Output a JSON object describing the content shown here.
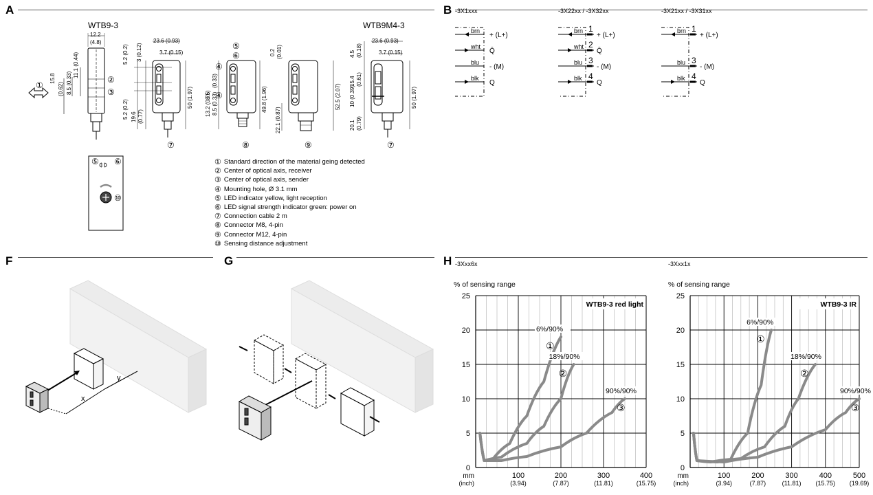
{
  "sections": {
    "A": "A",
    "B": "B",
    "F": "F",
    "G": "G",
    "H": "H"
  },
  "sectionA": {
    "title_left": "WTB9-3",
    "title_right": "WTB9M4-3",
    "dims": {
      "w12_2": "12.2",
      "w4_8": "(4.8)",
      "d23_6a": "23.6",
      "d0_93a": "(0.93)",
      "d3_7a": "3.7",
      "d0_15a": "(0.15)",
      "d23_6b": "23.6",
      "d0_93b": "(0.93)",
      "d3_7b": "3.7",
      "d0_15b": "(0.15)",
      "h15_8": "15.8",
      "h0_62": "(0.62)",
      "h8_5": "8.5",
      "h0_33a": "(0.33)",
      "h11_1": "11.1",
      "h0_44": "(0.44)",
      "v5_2a": "5.2",
      "v0_2a": "(0.2)",
      "v3": "3",
      "v0_12": "(0.12)",
      "v5_2b": "5.2",
      "v0_2b": "(0.2)",
      "v19_6": "19.6",
      "v0_77": "(0.77)",
      "v50a": "50",
      "v1_97a": "(1.97)",
      "v8_5b": "8.5",
      "v0_33b": "(0.33)",
      "v8_5c": "8.5",
      "v0_33c": "(0.33)",
      "v13_2": "13.2",
      "v0_76": "(0.76)",
      "v49_8": "49.8",
      "v1_96": "(1.96)",
      "v0_2": "0.2",
      "v0_01": "(0.01)",
      "v52_5": "52.5",
      "v2_07": "(2.07)",
      "v22_1": "22.1",
      "v0_87": "(0.87)",
      "v4_5": "4.5",
      "v0_18": "(0.18)",
      "v15_4": "15.4",
      "v0_61": "(0.61)",
      "v10": "10",
      "v0_39": "(0.39)",
      "v20_1": "20.1",
      "v0_79": "(0.79)",
      "v50b": "50",
      "v1_97b": "(1.97)"
    },
    "callouts": [
      "①",
      "②",
      "③",
      "④",
      "⑤",
      "⑥",
      "⑦",
      "⑧",
      "⑨",
      "⑩"
    ],
    "legend": [
      {
        "num": "①",
        "text": "Standard direction of the material geing detected"
      },
      {
        "num": "②",
        "text": "Center of optical axis, receiver"
      },
      {
        "num": "③",
        "text": "Center of optical axis, sender"
      },
      {
        "num": "④",
        "text": "Mounting hole, Ø 3.1 mm"
      },
      {
        "num": "⑤",
        "text": "LED indicator yellow, light reception"
      },
      {
        "num": "⑥",
        "text": "LED signal strength indicator green: power on"
      },
      {
        "num": "⑦",
        "text": "Connection cable 2 m"
      },
      {
        "num": "⑧",
        "text": "Connector M8, 4-pin"
      },
      {
        "num": "⑨",
        "text": "Connector M12, 4-pin"
      },
      {
        "num": "⑩",
        "text": "Sensing distance adjustment"
      }
    ]
  },
  "sectionB": {
    "variants": [
      {
        "title": "-3X1xxx",
        "wires": [
          {
            "color": "brn",
            "pin": "",
            "signal": "+ (L+)"
          },
          {
            "color": "wht",
            "pin": "",
            "signal": "Q̄"
          },
          {
            "color": "blu",
            "pin": "",
            "signal": "- (M)"
          },
          {
            "color": "blk",
            "pin": "",
            "signal": "Q"
          }
        ]
      },
      {
        "title": "-3X22xx / -3X32xx",
        "wires": [
          {
            "color": "brn",
            "pin": "1",
            "signal": "+ (L+)"
          },
          {
            "color": "wht",
            "pin": "2",
            "signal": "Q̄"
          },
          {
            "color": "blu",
            "pin": "3",
            "signal": "- (M)"
          },
          {
            "color": "blk",
            "pin": "4",
            "signal": "Q"
          }
        ]
      },
      {
        "title": "-3X21xx / -3X31xx",
        "wires": [
          {
            "color": "brn",
            "pin": "1",
            "signal": "+ (L+)"
          },
          {
            "color": "blu",
            "pin": "3",
            "signal": "- (M)"
          },
          {
            "color": "blk",
            "pin": "4",
            "signal": "Q"
          }
        ]
      }
    ]
  },
  "sectionF": {
    "x_label": "x",
    "y_label": "y"
  },
  "chart_data": [
    {
      "type": "line",
      "variant": "-3Xxx6x",
      "title": "WTB9-3 red light",
      "ylabel": "% of sensing range",
      "xlabel_top": "mm",
      "xlabel_bottom": "(inch)",
      "ylim": [
        0,
        25
      ],
      "xlim": [
        0,
        400
      ],
      "yticks": [
        "0",
        "5",
        "10",
        "15",
        "20",
        "25"
      ],
      "xticks": [
        "100",
        "200",
        "300",
        "400"
      ],
      "xticks_inch": [
        "(3.94)",
        "(7.87)",
        "(11.81)",
        "(15.75)"
      ],
      "grid": true,
      "series": [
        {
          "name": "6%/90%",
          "marker": "①",
          "x": [
            10,
            20,
            40,
            80,
            120,
            160,
            200
          ],
          "y": [
            5,
            1,
            1.2,
            3.5,
            7.5,
            12.5,
            19
          ]
        },
        {
          "name": "18%/90%",
          "marker": "②",
          "x": [
            10,
            20,
            60,
            120,
            160,
            200,
            230
          ],
          "y": [
            5,
            1,
            1.5,
            3.5,
            6,
            10,
            15
          ]
        },
        {
          "name": "90%/90%",
          "marker": "③",
          "x": [
            10,
            20,
            60,
            120,
            200,
            260,
            320,
            350
          ],
          "y": [
            5,
            1,
            1,
            1.6,
            3,
            5,
            8,
            10
          ]
        }
      ]
    },
    {
      "type": "line",
      "variant": "-3Xxx1x",
      "title": "WTB9-3 IR",
      "ylabel": "% of sensing range",
      "xlabel_top": "mm",
      "xlabel_bottom": "(inch)",
      "ylim": [
        0,
        25
      ],
      "xlim": [
        0,
        500
      ],
      "yticks": [
        "0",
        "5",
        "10",
        "15",
        "20",
        "25"
      ],
      "xticks": [
        "100",
        "200",
        "300",
        "400",
        "500"
      ],
      "xticks_inch": [
        "(3.94)",
        "(7.87)",
        "(11.81)",
        "(15.75)",
        "(19.69)"
      ],
      "grid": true,
      "series": [
        {
          "name": "6%/90%",
          "marker": "①",
          "x": [
            10,
            20,
            60,
            120,
            170,
            210,
            240
          ],
          "y": [
            5,
            1,
            0.8,
            1.2,
            5,
            12,
            20
          ]
        },
        {
          "name": "18%/90%",
          "marker": "②",
          "x": [
            10,
            20,
            80,
            150,
            220,
            280,
            320,
            370
          ],
          "y": [
            5,
            1,
            0.8,
            1.3,
            3,
            6,
            10,
            15
          ]
        },
        {
          "name": "90%/90%",
          "marker": "③",
          "x": [
            10,
            20,
            100,
            200,
            300,
            400,
            460,
            500
          ],
          "y": [
            5,
            1,
            0.8,
            1.5,
            3,
            5.5,
            8,
            10
          ]
        }
      ]
    }
  ],
  "colors": {
    "curve": "#8a8a8a",
    "grid": "#000",
    "box3d": "#e6e6e6"
  }
}
